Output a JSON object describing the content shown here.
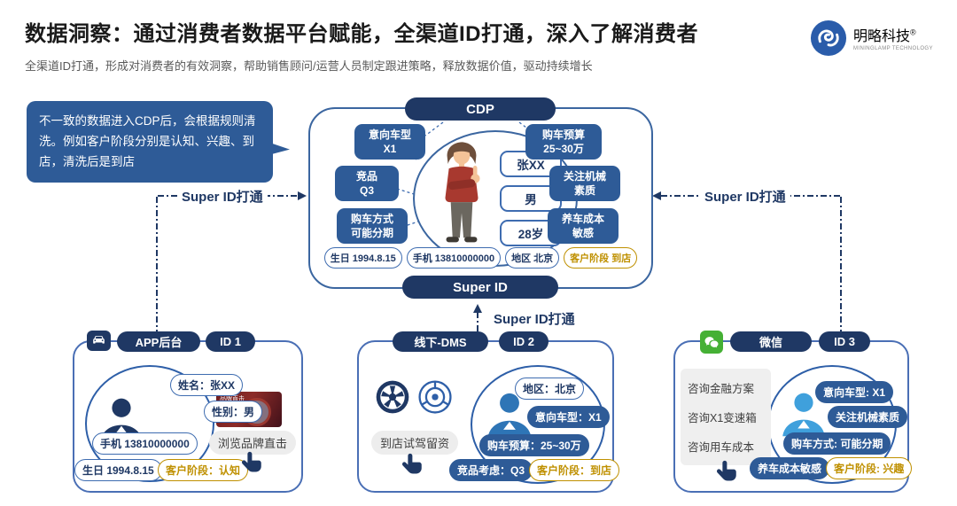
{
  "header": {
    "title": "数据洞察：通过消费者数据平台赋能，全渠道ID打通，深入了解消费者",
    "subtitle": "全渠道ID打通，形成对消费者的有效洞察，帮助销售顾问/运营人员制定跟进策略，释放数据价值，驱动持续增长"
  },
  "logo": {
    "brand": "明略科技",
    "mark": "®",
    "tagline": "MININGLAMP TECHNOLOGY"
  },
  "callout": {
    "text": "不一致的数据进入CDP后，会根据规则清洗。例如客户阶段分别是认知、兴趣、到店，清洗后是到店"
  },
  "connectors": {
    "left_label": "Super ID打通",
    "right_label": "Super ID打通",
    "bottom_label": "Super ID打通"
  },
  "cdp": {
    "title": "CDP",
    "super_id_label": "Super ID",
    "profile": {
      "name": "张XX",
      "gender": "男",
      "age": "28岁"
    },
    "tags": {
      "left": [
        [
          "意向车型",
          "X1"
        ],
        [
          "竞品",
          "Q3"
        ],
        [
          "购车方式",
          "可能分期"
        ]
      ],
      "right": [
        [
          "购车预算",
          "25~30万"
        ],
        [
          "关注机械",
          "素质"
        ],
        [
          "养车成本",
          "敏感"
        ]
      ]
    },
    "footer": [
      {
        "text": "生日 1994.8.15"
      },
      {
        "text": "手机 13810000000"
      },
      {
        "text": "地区 北京"
      },
      {
        "text": "客户阶段 到店"
      }
    ]
  },
  "cards": [
    {
      "title": "APP后台",
      "badge": "ID 1",
      "icon": "car-icon",
      "pills": [
        {
          "text": "姓名：张XX"
        },
        {
          "text": "性别：男"
        },
        {
          "text": "手机 13810000000"
        },
        {
          "text": "生日 1994.8.15"
        },
        {
          "text": "客户阶段：认知"
        }
      ],
      "media_label": "品牌直击",
      "action": "浏览品牌直击"
    },
    {
      "title": "线下-DMS",
      "badge": "ID 2",
      "pills": [
        {
          "text": "地区：北京"
        },
        {
          "text": "意向车型：X1"
        },
        {
          "text": "购车预算：25~30万"
        },
        {
          "text": "竞品考虑：Q3"
        },
        {
          "text": "客户阶段：到店"
        }
      ],
      "action": "到店试驾留资"
    },
    {
      "title": "微信",
      "badge": "ID 3",
      "icon": "wechat-icon",
      "chat_lines": [
        "咨询金融方案",
        "咨询X1变速箱",
        "咨询用车成本"
      ],
      "pills": [
        {
          "text": "意向车型: X1"
        },
        {
          "text": "关注机械素质"
        },
        {
          "text": "购车方式: 可能分期"
        },
        {
          "text": "养车成本敏感"
        },
        {
          "text": "客户阶段: 兴趣"
        }
      ]
    }
  ],
  "colors": {
    "navy": "#1F3864",
    "blue": "#2E5B97",
    "gold": "#BF9000",
    "accent_blue": "#2E75B6",
    "wechat_green": "#45B035"
  }
}
